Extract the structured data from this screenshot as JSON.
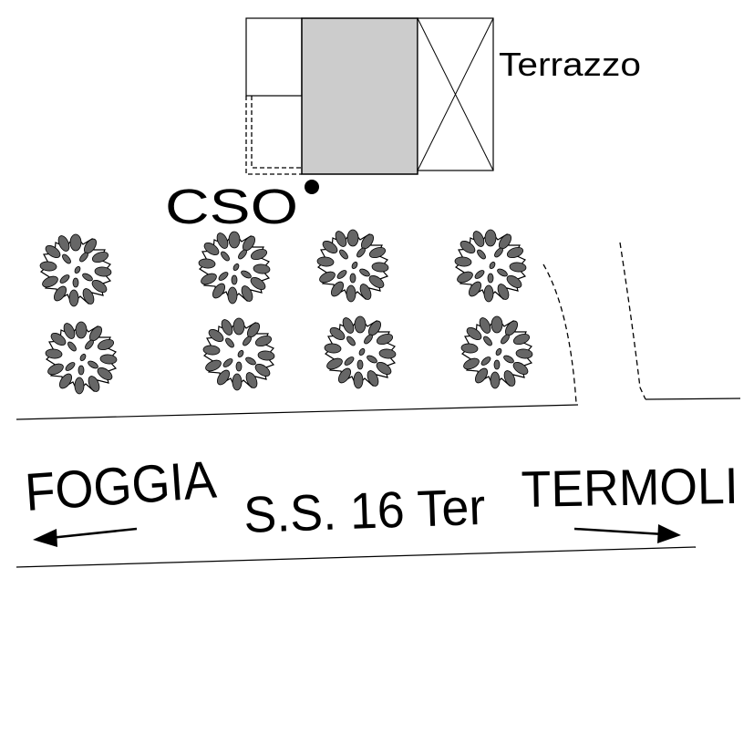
{
  "labels": {
    "terrace": "Terrazzo",
    "station": "CSO",
    "west_city": "FOGGIA",
    "road": "S.S. 16 Ter",
    "east_city": "TERMOLI"
  },
  "colors": {
    "building_fill": "#cccccc",
    "tree_fill": "#666666",
    "ink": "#000000"
  },
  "icons": {
    "tree": "tree-icon",
    "station_marker": "station-point-icon",
    "arrow_west": "arrow-left-icon",
    "arrow_east": "arrow-right-icon"
  }
}
